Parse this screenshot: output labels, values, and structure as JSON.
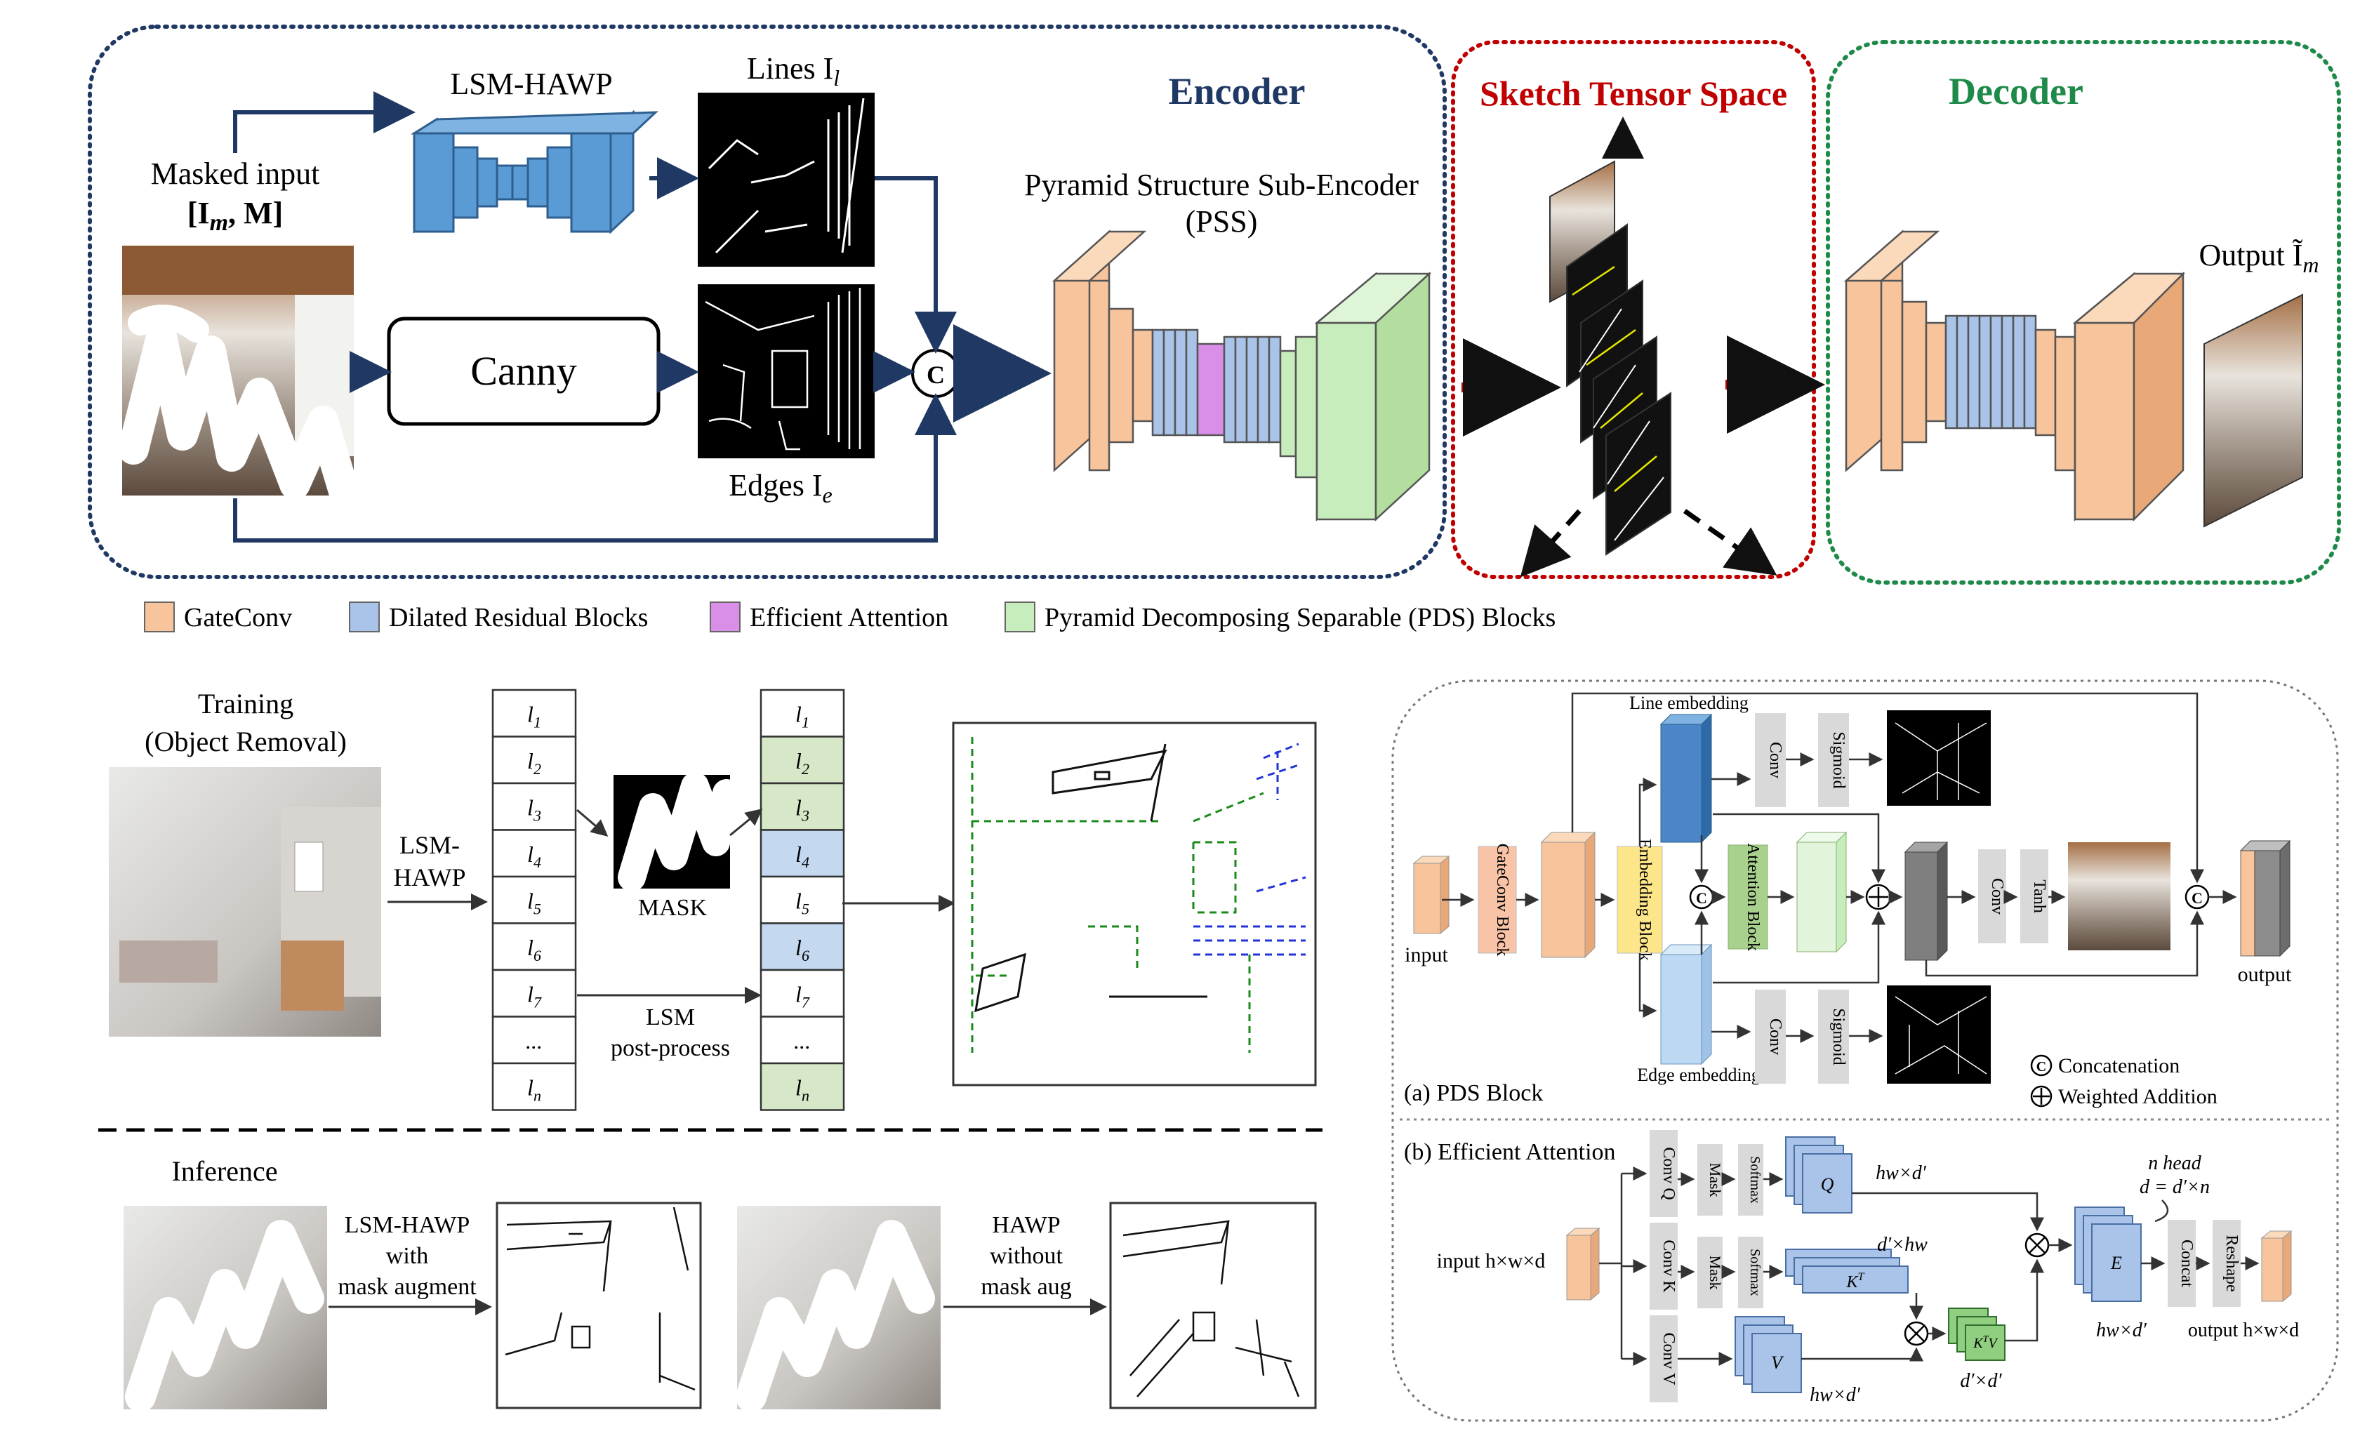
{
  "top": {
    "encoder_title": "Encoder",
    "sketch_title": "Sketch Tensor Space",
    "decoder_title": "Decoder",
    "lsm_hawp": "LSM-HAWP",
    "masked_input_1": "Masked input",
    "masked_input_2": "[I",
    "masked_input_sub": "m",
    "masked_input_3": ", M]",
    "lines_label": "Lines I",
    "lines_sub": "l",
    "edges_label": "Edges I",
    "edges_sub": "e",
    "canny": "Canny",
    "concat_symbol": "C",
    "pss_1": "Pyramid Structure Sub-Encoder",
    "pss_2": "(PSS)",
    "output_label": "Output Ĩ",
    "output_sub": "m"
  },
  "legend": {
    "items": [
      {
        "label": "GateConv",
        "color": "#f7c49c"
      },
      {
        "label": "Dilated Residual Blocks",
        "color": "#a9c4e8"
      },
      {
        "label": "Efficient Attention",
        "color": "#d98ee8"
      },
      {
        "label": "Pyramid Decomposing Separable (PDS) Blocks",
        "color": "#c8edbd"
      }
    ]
  },
  "training": {
    "title_1": "Training",
    "title_2": "(Object Removal)",
    "lsm_hawp_1": "LSM-",
    "lsm_hawp_2": "HAWP",
    "mask_label": "MASK",
    "lsm_post_1": "LSM",
    "lsm_post_2": "post-process",
    "list_items": [
      "l1",
      "l2",
      "l3",
      "l4",
      "l5",
      "l6",
      "l7",
      "...",
      "ln"
    ],
    "list_names": [
      "l",
      "l",
      "l",
      "l",
      "l",
      "l",
      "l",
      "...",
      "l"
    ],
    "list_subs": [
      "1",
      "2",
      "3",
      "4",
      "5",
      "6",
      "7",
      "",
      "n"
    ],
    "right_list_colors": [
      "#ffffff",
      "#d7e8c8",
      "#d7e8c8",
      "#c4d8ef",
      "#ffffff",
      "#c4d8ef",
      "#ffffff",
      "#ffffff",
      "#d7e8c8"
    ]
  },
  "inference": {
    "title": "Inference",
    "lsm_1": "LSM-HAWP",
    "lsm_2": "with",
    "lsm_3": "mask augment",
    "hawp_1": "HAWP",
    "hawp_2": "without",
    "hawp_3": "mask aug"
  },
  "pds": {
    "caption": "(a) PDS Block",
    "line_embedding": "Line embedding",
    "edge_embedding": "Edge embedding",
    "input": "input",
    "output": "output",
    "gateconv_block": "GateConv Block",
    "embedding_block": "Embedding Block",
    "attention_block": "Attention Block",
    "conv": "Conv",
    "sigmoid": "Sigmoid",
    "tanh": "Tanh",
    "concatenation": "Concatenation",
    "weighted_addition": "Weighted Addition"
  },
  "ea": {
    "caption": "(b) Efficient Attention",
    "input": "input h×w×d",
    "conv_q": "Conv Q",
    "conv_k": "Conv K",
    "conv_v": "Conv V",
    "mask": "Mask",
    "softmax": "Softmax",
    "q": "Q",
    "kt": "K",
    "kt_sup": "T",
    "v": "V",
    "ktv": "K",
    "ktv_sup": "T",
    "ktv_tail": "V",
    "e": "E",
    "q_dim": "hw×d′",
    "kt_dim": "d′×hw",
    "v_dim": "hw×d′",
    "ktv_dim": "d′×d′",
    "e_dim": "hw×d′",
    "n_head": "n head",
    "d_eq": "d = d′×n",
    "concat": "Concat",
    "reshape": "Reshape",
    "output": "output h×w×d"
  }
}
